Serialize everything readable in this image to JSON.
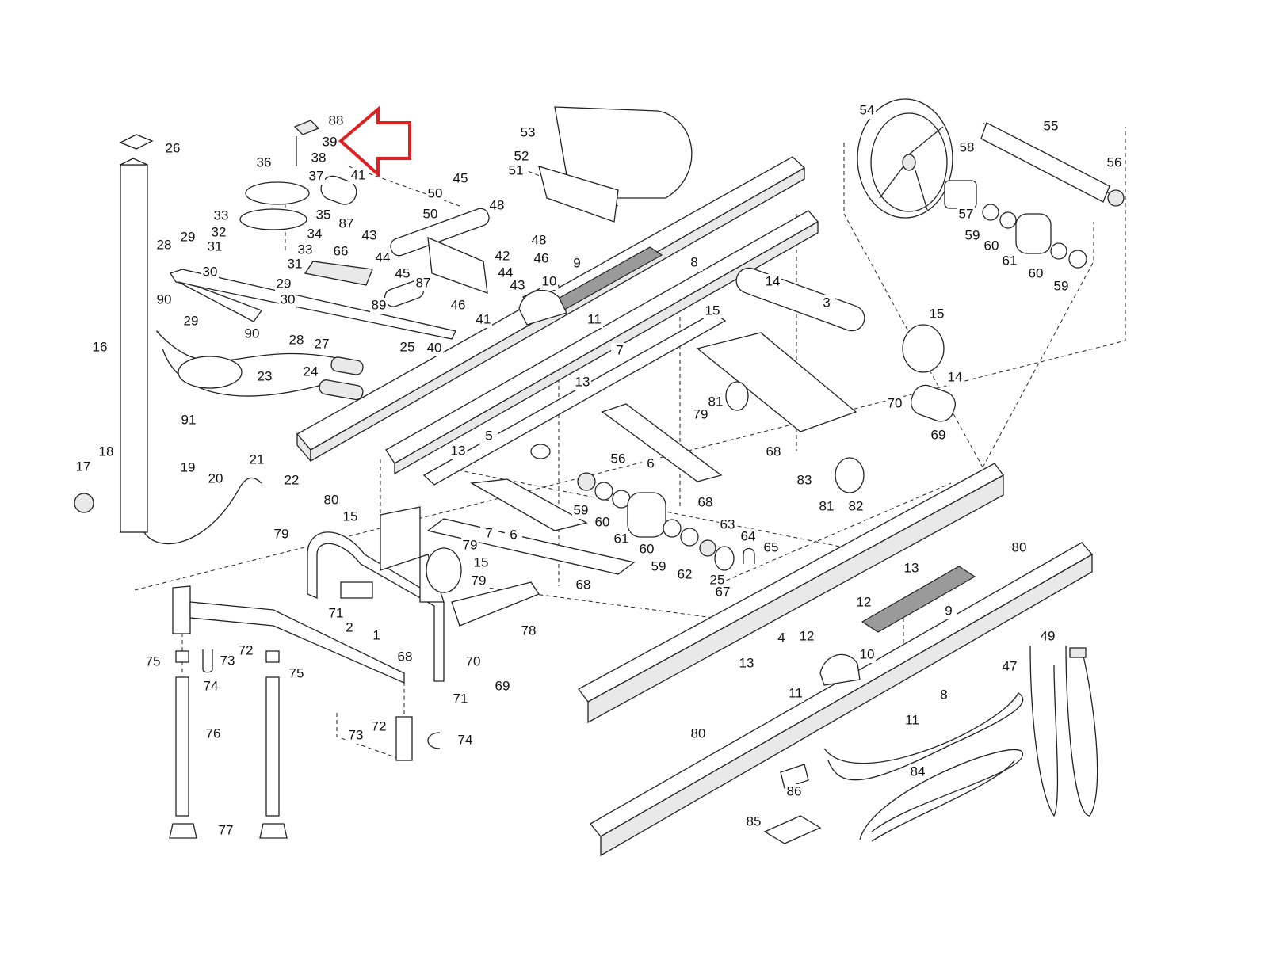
{
  "diagram": {
    "type": "exploded-parts-diagram",
    "highlight_arrow_color": "#e02020",
    "highlighted_part": "39",
    "callouts": [
      "88",
      "39",
      "38",
      "36",
      "37",
      "26",
      "41",
      "45",
      "53",
      "52",
      "51",
      "54",
      "55",
      "58",
      "56",
      "50",
      "50",
      "48",
      "48",
      "35",
      "87",
      "43",
      "33",
      "34",
      "57",
      "59",
      "60",
      "61",
      "60",
      "59",
      "32",
      "28",
      "29",
      "33",
      "31",
      "31",
      "30",
      "44",
      "42",
      "46",
      "66",
      "44",
      "45",
      "43",
      "87",
      "9",
      "8",
      "10",
      "29",
      "30",
      "89",
      "46",
      "41",
      "14",
      "3",
      "15",
      "15",
      "90",
      "29",
      "90",
      "28",
      "27",
      "40",
      "11",
      "7",
      "16",
      "25",
      "23",
      "24",
      "13",
      "14",
      "81",
      "79",
      "70",
      "69",
      "91",
      "5",
      "56",
      "6",
      "68",
      "13",
      "18",
      "17",
      "19",
      "21",
      "20",
      "22",
      "83",
      "80",
      "68",
      "81",
      "82",
      "59",
      "60",
      "61",
      "7",
      "6",
      "63",
      "64",
      "65",
      "79",
      "15",
      "79",
      "15",
      "60",
      "59",
      "62",
      "25",
      "67",
      "68",
      "79",
      "80",
      "13",
      "12",
      "12",
      "9",
      "71",
      "2",
      "1",
      "78",
      "72",
      "73",
      "75",
      "75",
      "74",
      "68",
      "70",
      "69",
      "71",
      "4",
      "13",
      "10",
      "49",
      "47",
      "11",
      "8",
      "11",
      "80",
      "76",
      "73",
      "72",
      "74",
      "84",
      "86",
      "85",
      "77"
    ]
  }
}
